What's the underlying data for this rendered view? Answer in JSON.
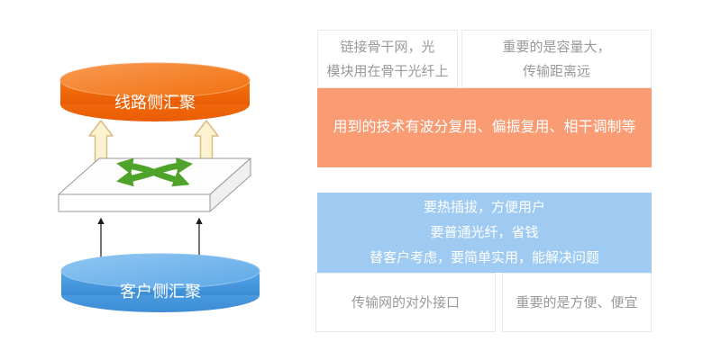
{
  "diagram": {
    "top_disk": {
      "label": "线路侧汇聚",
      "top_color": "#F79347",
      "side_color": "#F26A0E"
    },
    "bottom_disk": {
      "label": "客户侧汇聚",
      "top_color": "#82BEEE",
      "side_color": "#4D9FE3"
    },
    "platform": {
      "border_color": "#999999"
    },
    "yellow_arrow": {
      "fill": "#FBF2CF",
      "border": "#DCBB84"
    },
    "green_arrows": {
      "color": "#4FA32A"
    },
    "black_arrow": {
      "color": "#1A1A1A"
    }
  },
  "panel": {
    "top_left_box": {
      "lines": [
        "链接骨干网，光",
        "模块用在骨干光纤上"
      ],
      "text_color": "#999999"
    },
    "top_right_box": {
      "lines": [
        "重要的是容量大，",
        "传输距离远"
      ],
      "text_color": "#999999"
    },
    "orange_box": {
      "text": "用到的技术有波分复用、偏振复用、相干调制等",
      "bg": "#F99B73",
      "text_color": "#FFFFFF"
    },
    "blue_box": {
      "lines": [
        "要热插拔，方便用户",
        "要普通光纤，省钱",
        "替客户考虑，要简单实用，能解决问题"
      ],
      "bg": "#9FCBF3",
      "text_color": "#FFFFFF"
    },
    "bottom_left_box": {
      "text": "传输网的对外接口",
      "text_color": "#999999"
    },
    "bottom_right_box": {
      "text": "重要的是方便、便宜",
      "text_color": "#999999"
    }
  }
}
